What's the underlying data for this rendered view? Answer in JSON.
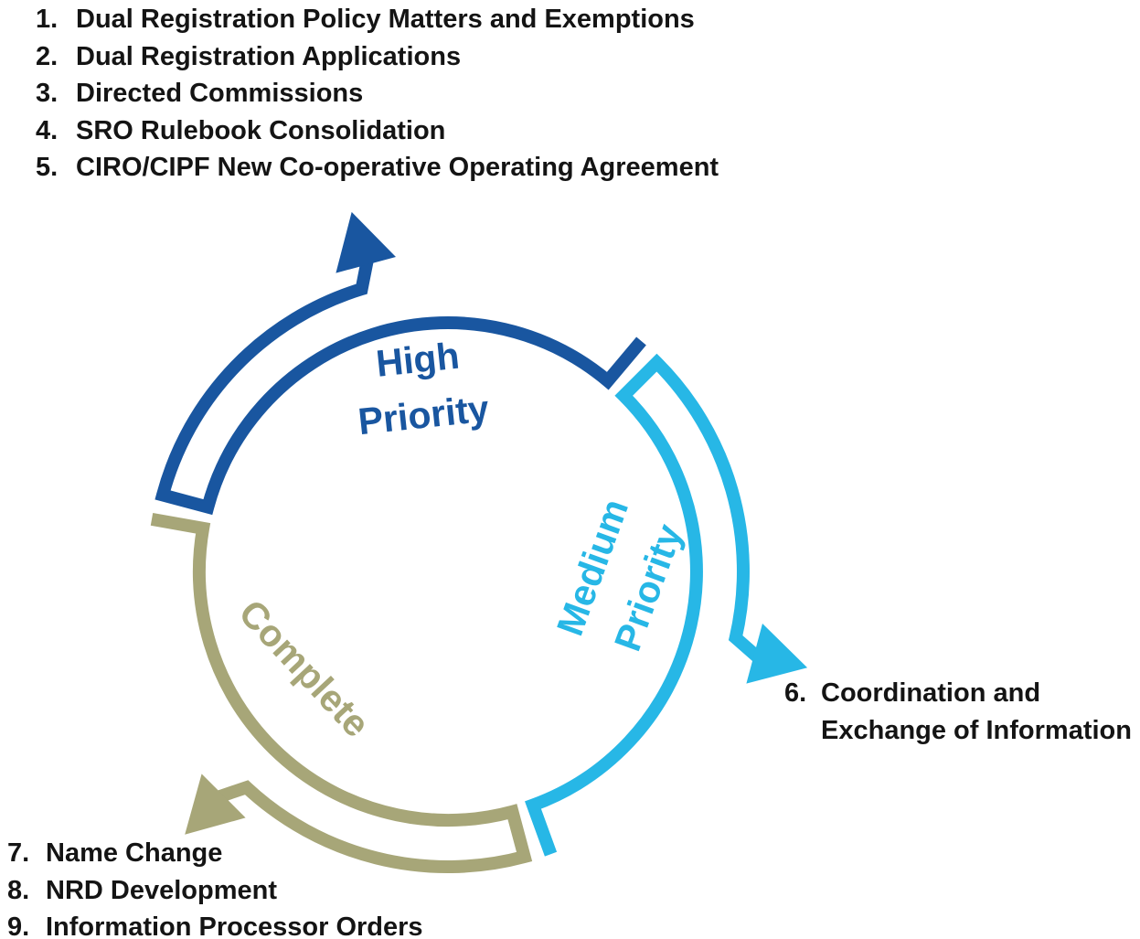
{
  "background_color": "#FFFFFF",
  "text_color": "#141414",
  "lists": {
    "high_priority": {
      "items": [
        {
          "num": "1.",
          "text": "Dual Registration Policy Matters and Exemptions"
        },
        {
          "num": "2.",
          "text": "Dual Registration Applications"
        },
        {
          "num": "3.",
          "text": "Directed Commissions"
        },
        {
          "num": "4.",
          "text": "SRO Rulebook Consolidation"
        },
        {
          "num": "5.",
          "text": "CIRO/CIPF New Co-operative Operating Agreement"
        }
      ]
    },
    "medium_priority": {
      "items": [
        {
          "num": "6.",
          "line1": "Coordination and",
          "line2": "Exchange of Information"
        }
      ]
    },
    "complete": {
      "items": [
        {
          "num": "7.",
          "text": "Name Change"
        },
        {
          "num": "8.",
          "text": "NRD Development"
        },
        {
          "num": "9.",
          "text": "Information Processor Orders"
        }
      ]
    }
  },
  "diagram": {
    "segments": [
      {
        "name": "high-priority",
        "label_line1": "High",
        "label_line2": "Priority",
        "color": "#1956A0"
      },
      {
        "name": "medium-priority",
        "label_line1": "Medium",
        "label_line2": "Priority",
        "color": "#27B7E6"
      },
      {
        "name": "complete",
        "label_line1": "Complete",
        "label_line2": "",
        "color": "#A7A678"
      }
    ]
  }
}
